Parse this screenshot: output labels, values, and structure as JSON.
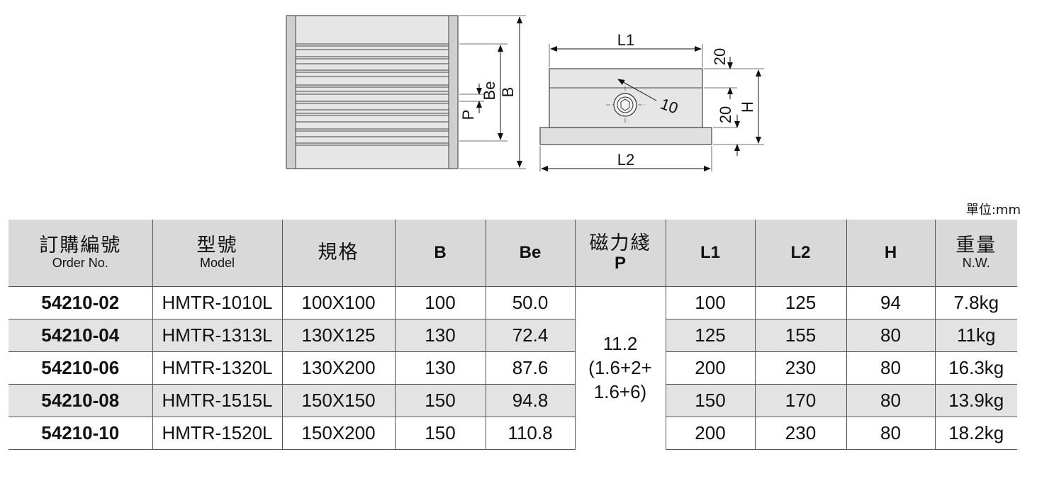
{
  "drawing": {
    "dims": {
      "B": "B",
      "Be": "Be",
      "P": "P",
      "L1": "L1",
      "L2": "L2",
      "H": "H",
      "top_20": "20",
      "bottom_20": "20",
      "radius_10": "10"
    }
  },
  "unit_label": "單位:mm",
  "table": {
    "headers": {
      "order_no": {
        "zh": "訂購編號",
        "en": "Order No."
      },
      "model": {
        "zh": "型號",
        "en": "Model"
      },
      "spec": {
        "zh": "規格"
      },
      "b": "B",
      "be": "Be",
      "p": {
        "zh": "磁力綫",
        "sub": "P"
      },
      "l1": "L1",
      "l2": "L2",
      "h": "H",
      "weight": {
        "zh": "重量",
        "en": "N.W."
      }
    },
    "p_value": {
      "line1": "11.2",
      "line2": "(1.6+2+",
      "line3": "1.6+6)"
    },
    "rows": [
      {
        "order_no": "54210-02",
        "model": "HMTR-1010L",
        "spec": "100X100",
        "b": "100",
        "be": "50.0",
        "l1": "100",
        "l2": "125",
        "h": "94",
        "weight": "7.8kg"
      },
      {
        "order_no": "54210-04",
        "model": "HMTR-1313L",
        "spec": "130X125",
        "b": "130",
        "be": "72.4",
        "l1": "125",
        "l2": "155",
        "h": "80",
        "weight": "11kg"
      },
      {
        "order_no": "54210-06",
        "model": "HMTR-1320L",
        "spec": "130X200",
        "b": "130",
        "be": "87.6",
        "l1": "200",
        "l2": "230",
        "h": "80",
        "weight": "16.3kg"
      },
      {
        "order_no": "54210-08",
        "model": "HMTR-1515L",
        "spec": "150X150",
        "b": "150",
        "be": "94.8",
        "l1": "150",
        "l2": "170",
        "h": "80",
        "weight": "13.9kg"
      },
      {
        "order_no": "54210-10",
        "model": "HMTR-1520L",
        "spec": "150X200",
        "b": "150",
        "be": "110.8",
        "l1": "200",
        "l2": "230",
        "h": "80",
        "weight": "18.2kg"
      }
    ]
  }
}
